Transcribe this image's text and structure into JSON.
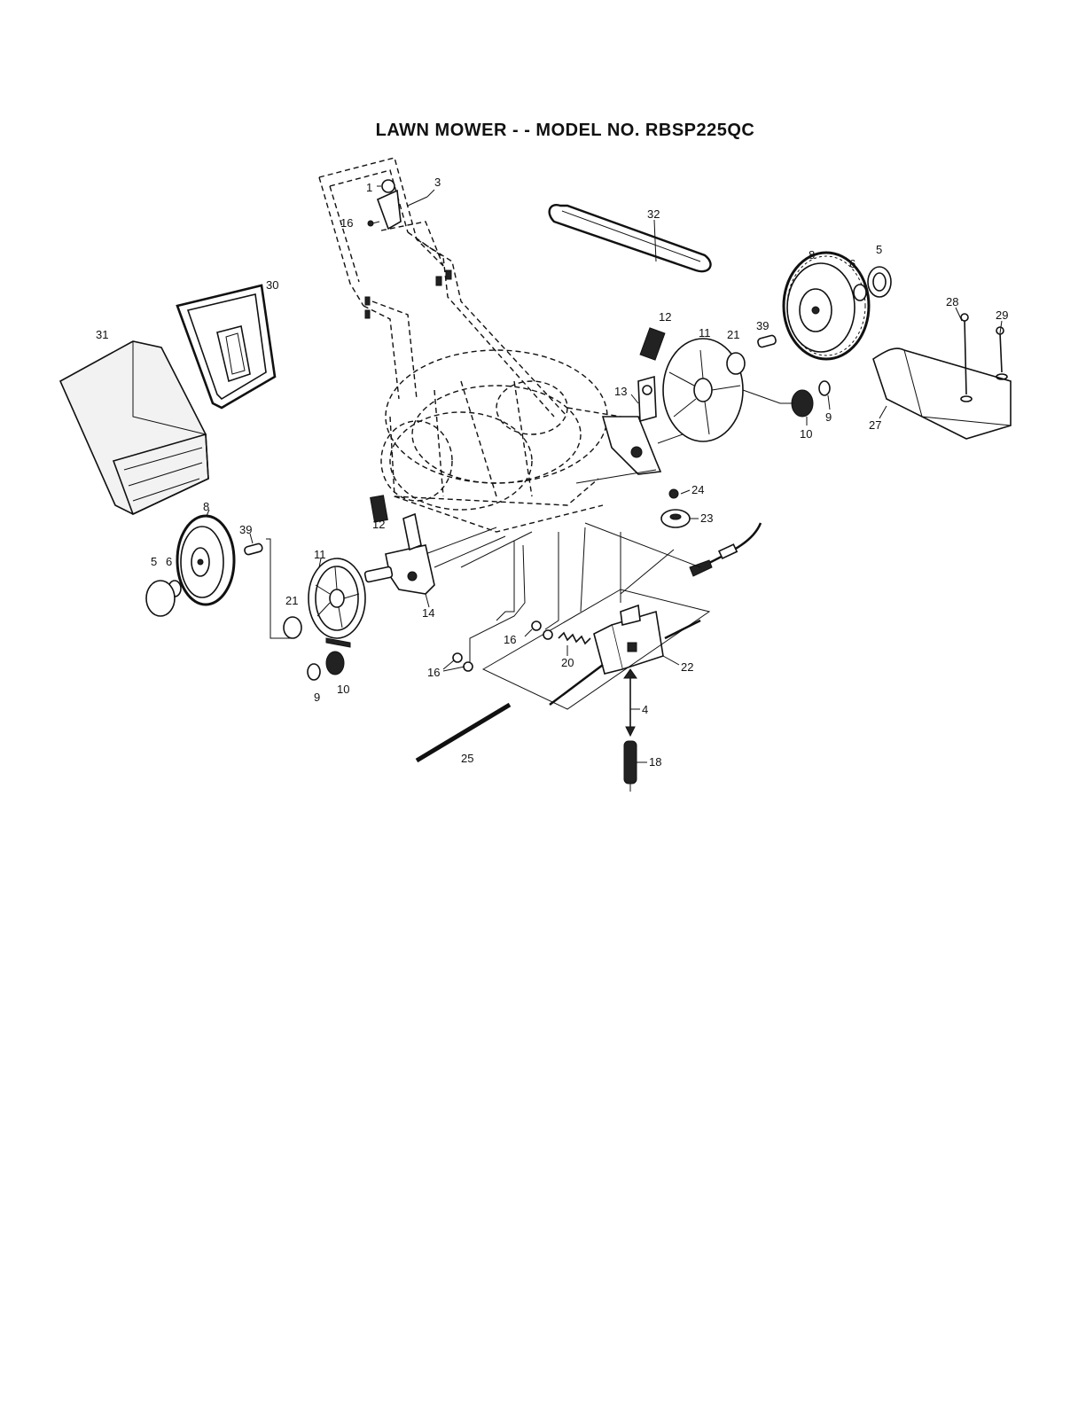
{
  "title": "LAWN MOWER - - MODEL NO. RBSP225QC",
  "callouts": {
    "c1": "1",
    "c3": "3",
    "c16a": "16",
    "c32": "32",
    "c30": "30",
    "c31": "31",
    "c8r": "8",
    "c6r": "6",
    "c5r": "5",
    "c12r": "12",
    "c11r": "11",
    "c21r": "21",
    "c39r": "39",
    "c28": "28",
    "c29": "29",
    "c27": "27",
    "c13": "13",
    "c10r": "10",
    "c9r": "9",
    "c24": "24",
    "c23": "23",
    "c12l": "12",
    "c8l": "8",
    "c39l": "39",
    "c5l": "5",
    "c6l": "6",
    "c11l": "11",
    "c14": "14",
    "c21l": "21",
    "c16b": "16",
    "c20": "20",
    "c22": "22",
    "c16c": "16",
    "c9l": "9",
    "c10l": "10",
    "c4": "4",
    "c25": "25",
    "c18": "18"
  }
}
